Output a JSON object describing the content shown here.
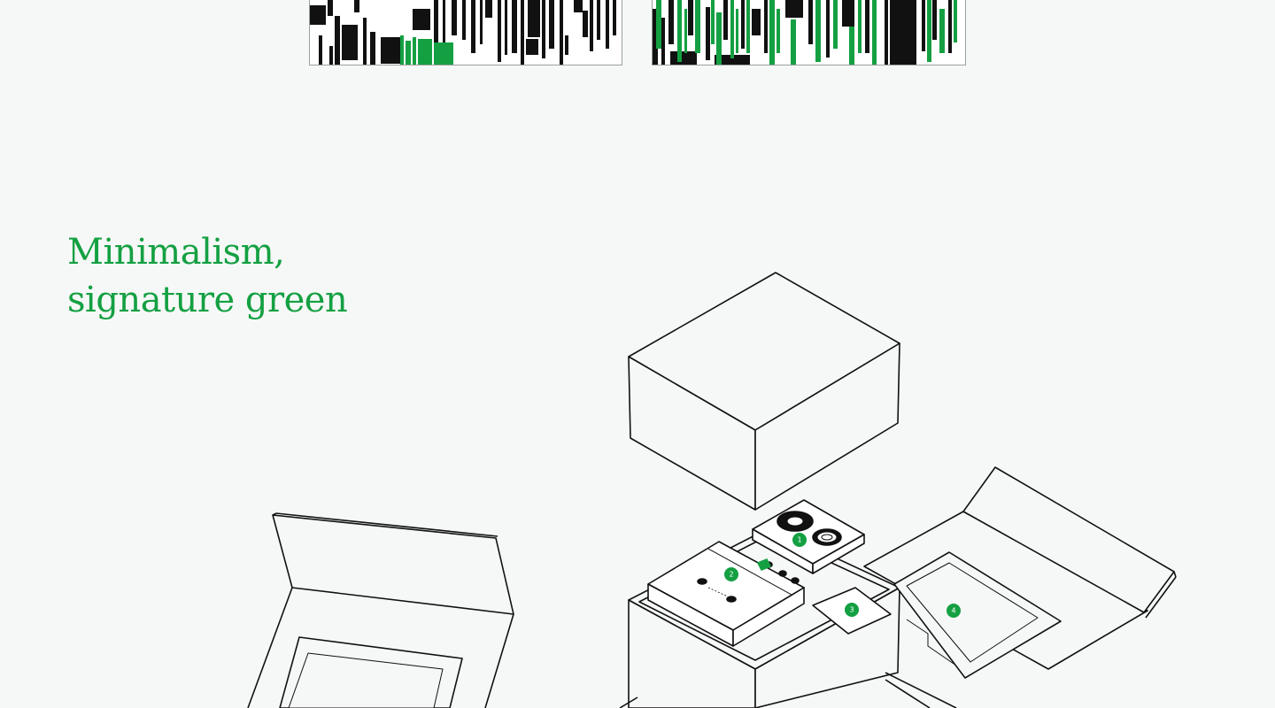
{
  "headline": {
    "line1": "Minimalism,",
    "line2": "signature green"
  },
  "colors": {
    "accent": "#14a042",
    "ink": "#111111",
    "background": "#f6f8f7"
  },
  "callouts": [
    {
      "label": "1",
      "name": "cassette-tape"
    },
    {
      "label": "2",
      "name": "cassette-case"
    },
    {
      "label": "3",
      "name": "insert-card"
    },
    {
      "label": "4",
      "name": "inner-sleeve"
    }
  ]
}
